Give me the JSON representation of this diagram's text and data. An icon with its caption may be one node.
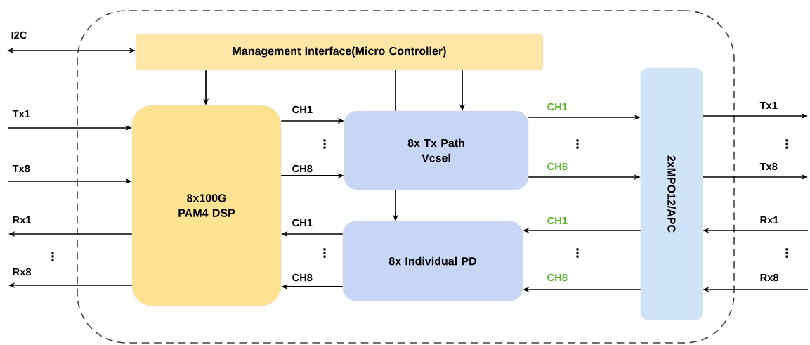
{
  "diagram": {
    "nodes": [
      {
        "text": [],
        "shape": "box"
      },
      {
        "text": [
          "Management Interface(Micro Controller)"
        ],
        "in": 0
      },
      {
        "text": [
          "8x100G PAM4 DSP"
        ],
        "in": 0
      },
      {
        "text": [
          "8x Tx Path Vcsel"
        ],
        "in": 0
      },
      {
        "text": [
          "8x Individual PD"
        ],
        "in": 0
      },
      {
        "text": [
          "2xMPO12/APC"
        ],
        "in": 0
      }
    ],
    "edges": [
      {
        "from": null,
        "to": 1,
        "arrow": "both",
        "label": "I2C"
      },
      {
        "from": null,
        "to": 2,
        "arrow": "to",
        "label": "Tx1"
      },
      {
        "from": null,
        "to": 2,
        "arrow": "to",
        "label": "Tx8"
      },
      {
        "from": 2,
        "to": null,
        "arrow": "to",
        "label": "Rx1"
      },
      {
        "from": 2,
        "to": null,
        "arrow": "to",
        "label": "Rx8"
      },
      {
        "from": 1,
        "to": 2,
        "arrow": "to"
      },
      {
        "from": 1,
        "to": 3,
        "arrow": "none"
      },
      {
        "from": 1,
        "to": 3,
        "arrow": "to"
      },
      {
        "from": 3,
        "to": 4,
        "arrow": "to"
      },
      {
        "from": 2,
        "to": 3,
        "arrow": "to",
        "label": "CH1"
      },
      {
        "from": 2,
        "to": 3,
        "arrow": "to",
        "label": "CH8"
      },
      {
        "from": 4,
        "to": 2,
        "arrow": "to",
        "label": "CH1"
      },
      {
        "from": 4,
        "to": 2,
        "arrow": "to",
        "label": "CH8"
      },
      {
        "from": 3,
        "to": 5,
        "arrow": "to",
        "label": "CH1"
      },
      {
        "from": 3,
        "to": 5,
        "arrow": "to",
        "label": "CH8"
      },
      {
        "from": 5,
        "to": 4,
        "arrow": "to",
        "label": "CH1"
      },
      {
        "from": 5,
        "to": 4,
        "arrow": "to",
        "label": "CH8"
      },
      {
        "from": 5,
        "to": null,
        "arrow": "to",
        "label": "Tx1"
      },
      {
        "from": 5,
        "to": null,
        "arrow": "to",
        "label": "Tx8"
      },
      {
        "from": null,
        "to": 5,
        "arrow": "to",
        "label": "Rx1"
      },
      {
        "from": null,
        "to": 5,
        "arrow": "to",
        "label": "Rx8"
      }
    ],
    "labels": [
      "⋮",
      "⋮",
      "⋮",
      "⋮",
      "⋮",
      "⋮",
      "⋮"
    ]
  }
}
